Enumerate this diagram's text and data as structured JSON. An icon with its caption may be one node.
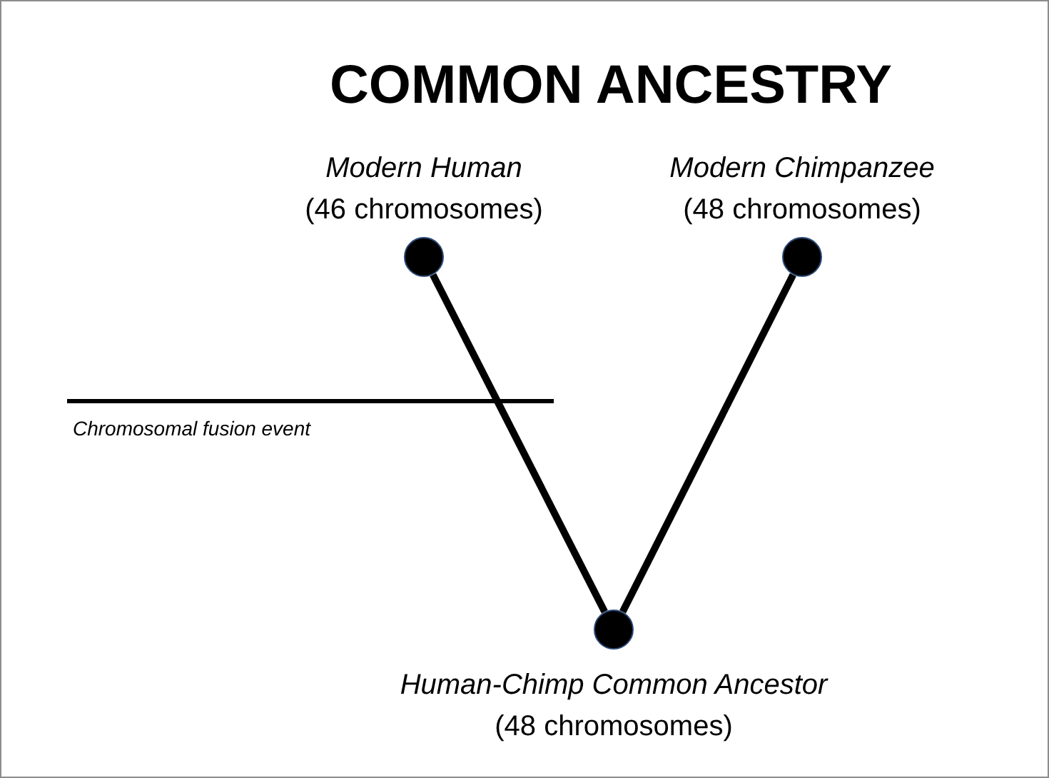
{
  "diagram": {
    "title": "COMMON ANCESTRY",
    "nodes": [
      {
        "text": [],
        "shape": "circle",
        "beside": [
          "Modern Human",
          "(46 chromosomes)"
        ]
      },
      {
        "text": [],
        "shape": "circle",
        "beside": [
          "Modern Chimpanzee",
          "(48 chromosomes)"
        ]
      },
      {
        "text": [],
        "shape": "circle",
        "beside": [
          "Human-Chimp Common Ancestor",
          "(48 chromosomes)"
        ]
      }
    ],
    "edges": [
      {
        "from": 2,
        "to": 0,
        "arrow": "none"
      },
      {
        "from": 2,
        "to": 1,
        "arrow": "none"
      }
    ],
    "labels": [
      "Chromosomal fusion event"
    ]
  }
}
